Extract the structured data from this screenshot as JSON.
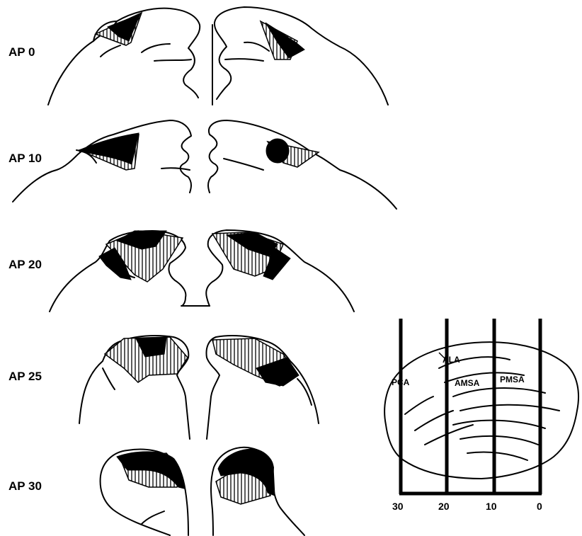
{
  "sections": [
    {
      "label": "AP 0"
    },
    {
      "label": "AP 10"
    },
    {
      "label": "AP 20"
    },
    {
      "label": "AP 25"
    },
    {
      "label": "AP 30"
    }
  ],
  "inset": {
    "regions": [
      "PCA",
      "ALA",
      "AMSA",
      "PMSA"
    ],
    "ticks": [
      "30",
      "20",
      "10",
      "0"
    ]
  }
}
